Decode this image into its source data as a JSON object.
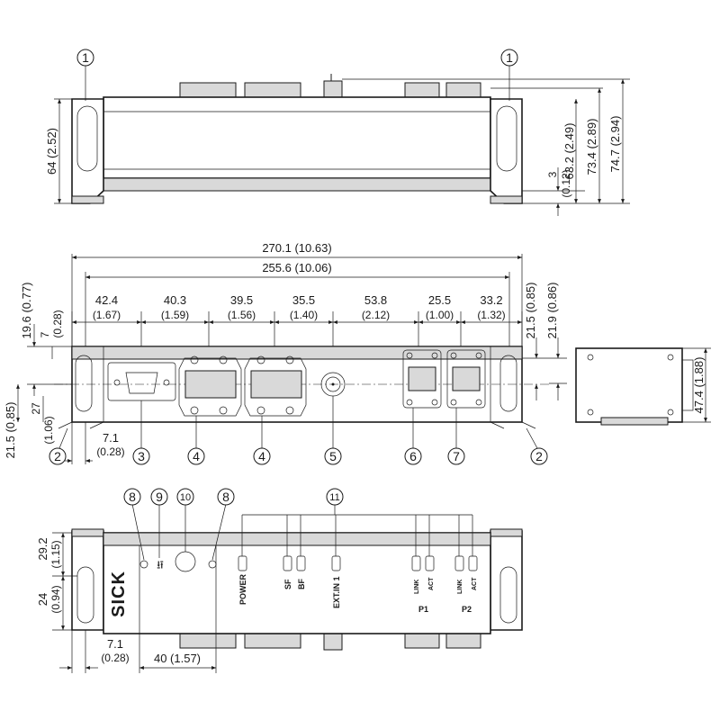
{
  "callouts": {
    "c1": "1",
    "c2": "2",
    "c3": "3",
    "c4": "4",
    "c5": "5",
    "c6": "6",
    "c7": "7",
    "c8": "8",
    "c9": "9",
    "c10": "10",
    "c11": "11"
  },
  "top_view": {
    "height_left": "64 (2.52)",
    "dim_3": "3",
    "dim_3_in": "(0.12)",
    "dim_63": "63.2 (2.49)",
    "dim_73": "73.4 (2.89)",
    "dim_74": "74.7 (2.94)"
  },
  "front_view": {
    "overall_width": "270.1 (10.63)",
    "inner_width": "255.6 (10.06)",
    "segments": [
      {
        "mm": "42.4",
        "in": "(1.67)"
      },
      {
        "mm": "40.3",
        "in": "(1.59)"
      },
      {
        "mm": "39.5",
        "in": "(1.56)"
      },
      {
        "mm": "35.5",
        "in": "(1.40)"
      },
      {
        "mm": "53.8",
        "in": "(2.12)"
      },
      {
        "mm": "25.5",
        "in": "(1.00)"
      },
      {
        "mm": "33.2",
        "in": "(1.32)"
      }
    ],
    "left_19": "19.6 (0.77)",
    "left_7": "7",
    "left_7_in": "(0.28)",
    "left_21": "21.5 (0.85)",
    "left_27": "27",
    "left_27_in": "(1.06)",
    "bottom_7": "7.1",
    "bottom_7_in": "(0.28)",
    "right_21_5": "21.5 (0.85)",
    "right_21_9": "21.9 (0.86)",
    "side_47": "47.4 (1.88)"
  },
  "bottom_view": {
    "left_29": "29.2",
    "left_29_in": "(1.15)",
    "left_24": "24",
    "left_24_in": "(0.94)",
    "bottom_7": "7.1",
    "bottom_7_in": "(0.28)",
    "bottom_40": "40 (1.57)",
    "brand": "SICK",
    "leds": {
      "power": "POWER",
      "sf": "SF",
      "bf": "BF",
      "ext": "EXT.IN 1",
      "link1": "LINK",
      "act1": "ACT",
      "p1": "P1",
      "link2": "LINK",
      "act2": "ACT",
      "p2": "P2"
    }
  }
}
